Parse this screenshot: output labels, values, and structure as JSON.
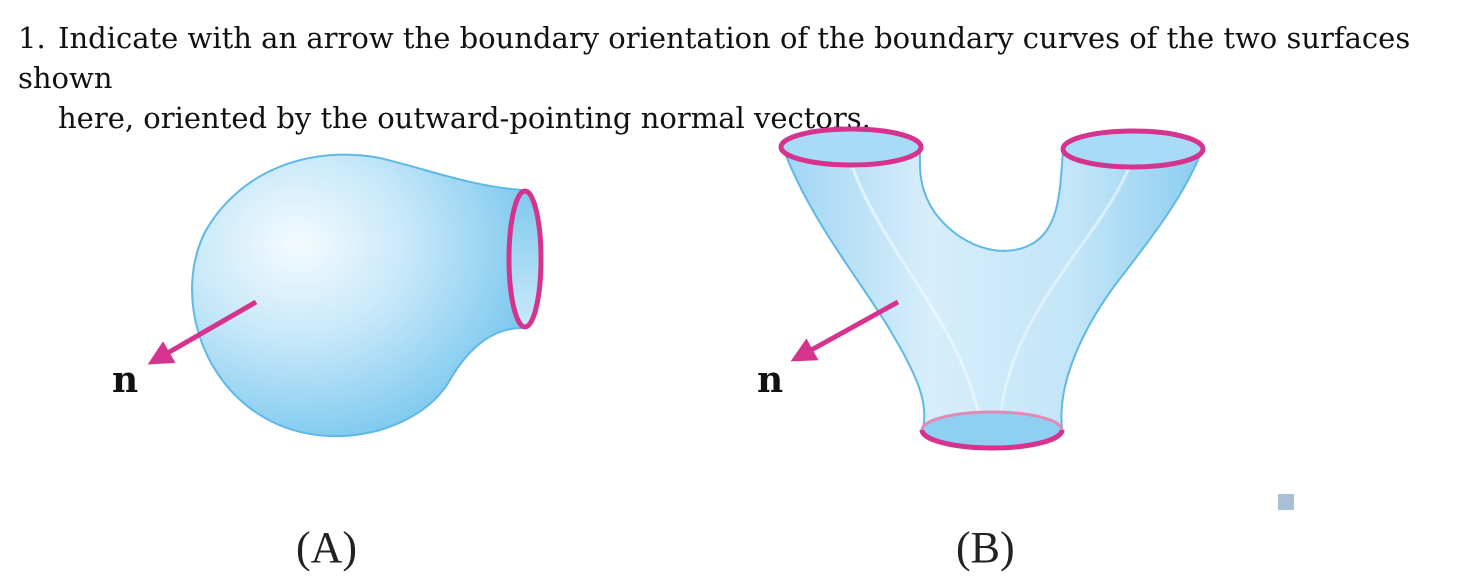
{
  "problem": {
    "number": "1.",
    "text_line1": "Indicate with an arrow the boundary orientation of the boundary curves of the two surfaces shown",
    "text_line2": "here, oriented by the outward-pointing normal vectors."
  },
  "figures": {
    "a": {
      "label": "(A)",
      "normal_label": "n"
    },
    "b": {
      "label": "(B)",
      "normal_label": "n"
    }
  },
  "colors": {
    "surface_fill": "#b8e0f6",
    "surface_edge": "#5fb8e6",
    "boundary_curve": "#d6338f",
    "normal_arrow": "#d6338f",
    "marker_square": "#a9bfd6"
  }
}
